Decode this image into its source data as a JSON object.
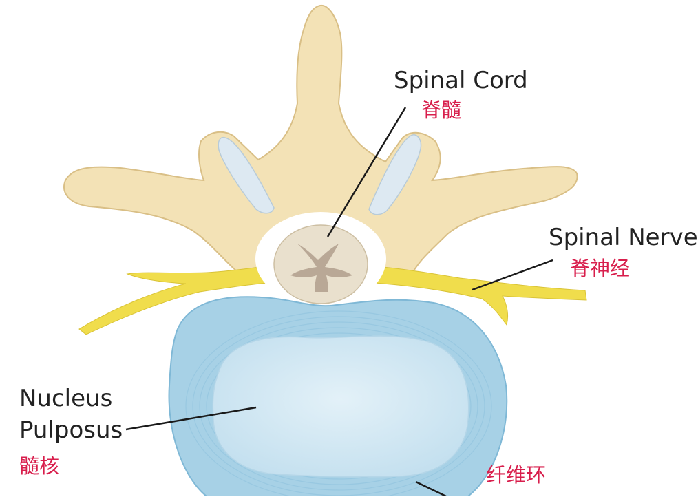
{
  "colors": {
    "bone": "#f3e2b6",
    "bone_shadow": "#d9bf86",
    "cartilage": "#dde9f2",
    "cord": "#e9e0cd",
    "grey_matter": "#b9a896",
    "nerve": "#f0dd4c",
    "annulus": "#a7d1e6",
    "annulus_ring": "#7fb8d6",
    "nucleus": "#cfe7f3",
    "leader": "#1a1a1a",
    "label_en": "#222222",
    "label_zh": "#d81e4c"
  },
  "labels": {
    "spinal_cord": {
      "en": "Spinal Cord",
      "zh": "脊髓"
    },
    "spinal_nerve": {
      "en": "Spinal Nerve",
      "zh": "脊神经"
    },
    "nucleus_pulposus": {
      "en_line1": "Nucleus",
      "en_line2": "Pulposus",
      "zh": "髓核"
    },
    "annulus_fibrosus": {
      "zh": "纤维环"
    }
  }
}
